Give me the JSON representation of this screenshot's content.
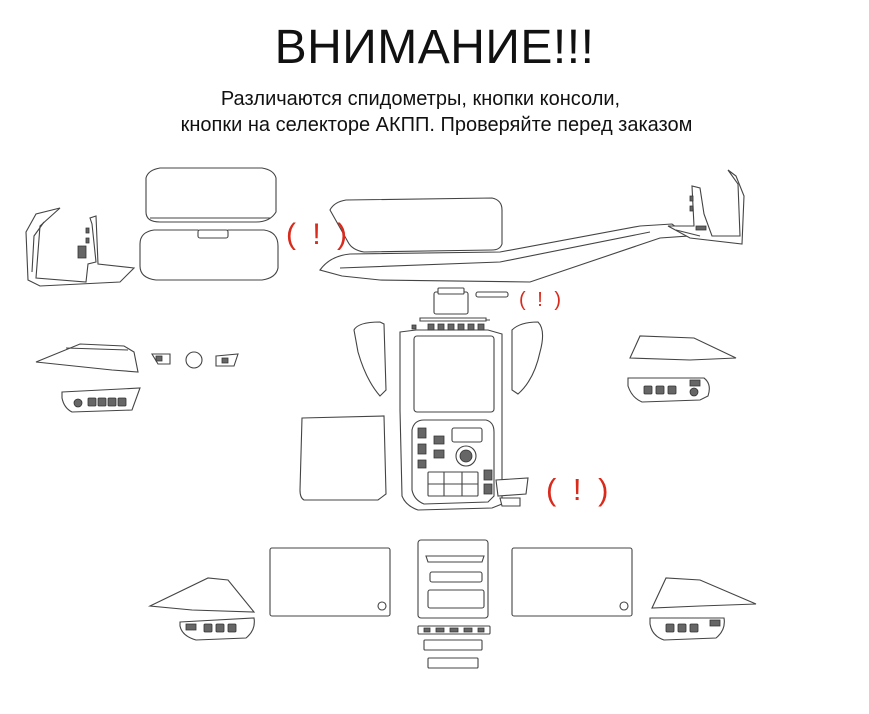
{
  "header": {
    "title": "ВНИМАНИЕ!!!",
    "line1": "Различаются спидометры, кнопки консоли,",
    "line2": "кнопки на селекторе АКПП. Проверяйте перед заказом"
  },
  "warnings": {
    "speedometer": "( ! )",
    "console_buttons": "( ! )",
    "selector": "( ! )"
  },
  "colors": {
    "warning": "#d92a1c",
    "outline": "#444444",
    "text": "#111111"
  }
}
